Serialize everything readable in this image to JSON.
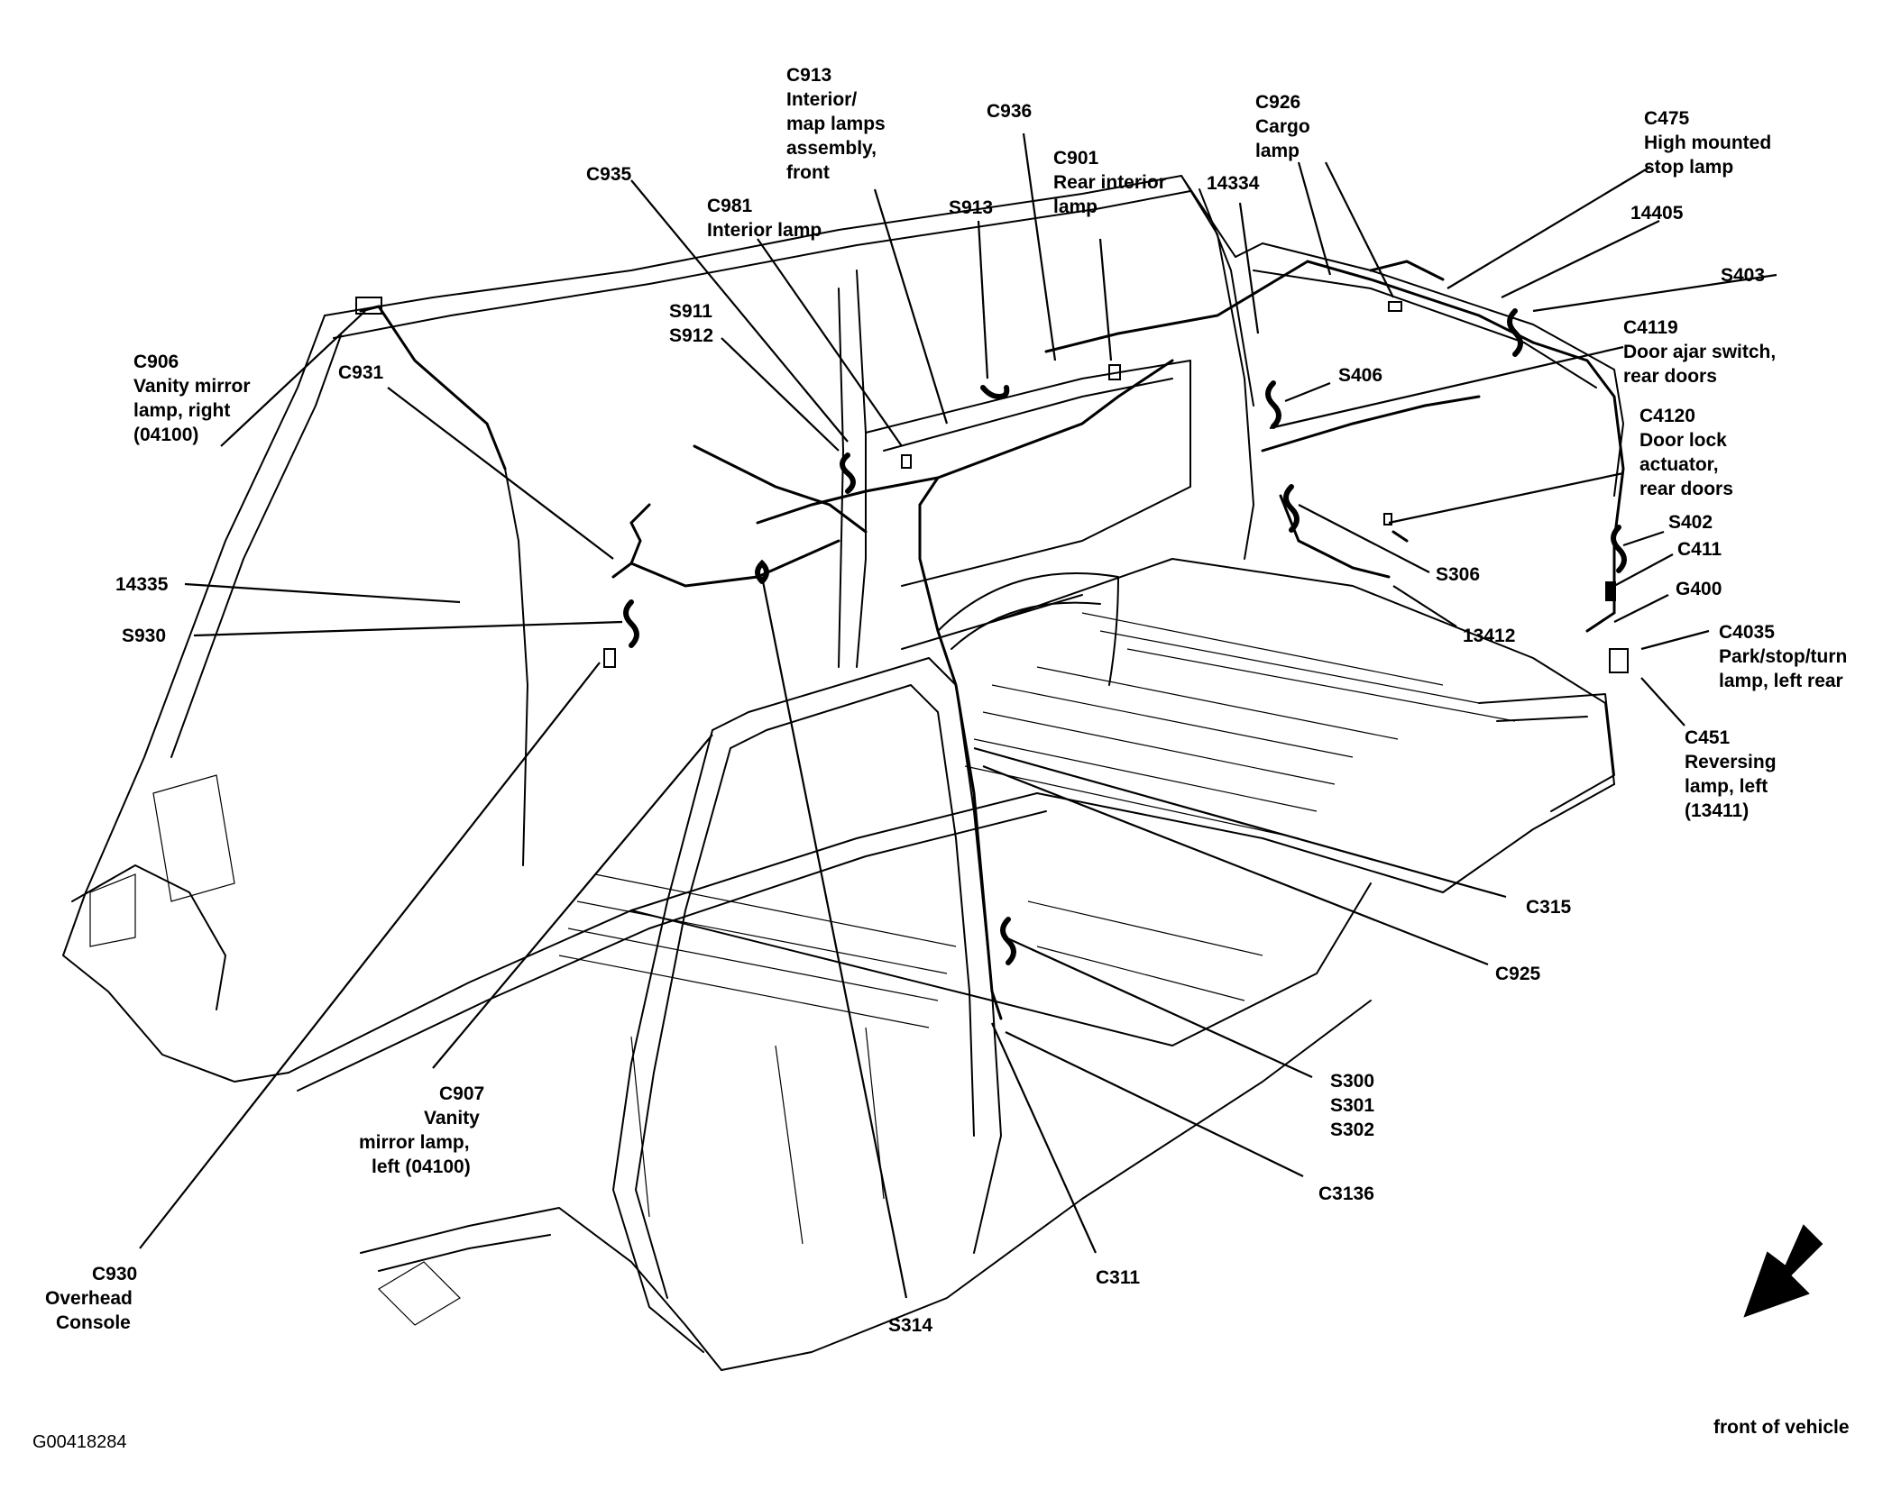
{
  "figure_id": "G00418284",
  "orientation_label": "front of vehicle",
  "callouts": [
    {
      "key": "c913",
      "lines": [
        "C913",
        "Interior/",
        "map lamps",
        "assembly,",
        "front"
      ]
    },
    {
      "key": "c936",
      "lines": [
        "C936"
      ]
    },
    {
      "key": "c926",
      "lines": [
        "C926",
        "Cargo",
        "lamp"
      ]
    },
    {
      "key": "c475",
      "lines": [
        "C475",
        "High mounted",
        "stop lamp"
      ]
    },
    {
      "key": "c935",
      "lines": [
        "C935"
      ]
    },
    {
      "key": "c901",
      "lines": [
        "C901",
        "Rear interior",
        "lamp"
      ]
    },
    {
      "key": "n14334",
      "lines": [
        "14334"
      ]
    },
    {
      "key": "c981",
      "lines": [
        "C981",
        "Interior lamp"
      ]
    },
    {
      "key": "s913",
      "lines": [
        "S913"
      ]
    },
    {
      "key": "n14405",
      "lines": [
        "14405"
      ]
    },
    {
      "key": "s403",
      "lines": [
        "S403"
      ]
    },
    {
      "key": "s911",
      "lines": [
        "S911",
        "S912"
      ]
    },
    {
      "key": "c4119",
      "lines": [
        "C4119",
        "Door ajar switch,",
        "rear doors"
      ]
    },
    {
      "key": "c906",
      "lines": [
        "C906",
        "Vanity mirror",
        "lamp, right",
        "(04100)"
      ]
    },
    {
      "key": "c931",
      "lines": [
        "C931"
      ]
    },
    {
      "key": "s406",
      "lines": [
        "S406"
      ]
    },
    {
      "key": "c4120",
      "lines": [
        "C4120",
        "Door lock",
        "actuator,",
        "rear doors"
      ]
    },
    {
      "key": "s402",
      "lines": [
        "S402"
      ]
    },
    {
      "key": "c411",
      "lines": [
        "C411"
      ]
    },
    {
      "key": "s306",
      "lines": [
        "S306"
      ]
    },
    {
      "key": "n14335",
      "lines": [
        "14335"
      ]
    },
    {
      "key": "g400",
      "lines": [
        "G400"
      ]
    },
    {
      "key": "s930",
      "lines": [
        "S930"
      ]
    },
    {
      "key": "n13412",
      "lines": [
        "13412"
      ]
    },
    {
      "key": "c4035",
      "lines": [
        "C4035",
        "Park/stop/turn",
        "lamp, left rear"
      ]
    },
    {
      "key": "c451",
      "lines": [
        "C451",
        "Reversing",
        "lamp, left",
        "(13411)"
      ]
    },
    {
      "key": "c315",
      "lines": [
        "C315"
      ]
    },
    {
      "key": "c925",
      "lines": [
        "C925"
      ]
    },
    {
      "key": "c907",
      "lines": [
        "C907",
        "Vanity",
        "mirror lamp,",
        "left (04100)"
      ]
    },
    {
      "key": "s300",
      "lines": [
        "S300",
        "S301",
        "S302"
      ]
    },
    {
      "key": "c3136",
      "lines": [
        "C3136"
      ]
    },
    {
      "key": "c930",
      "lines": [
        "C930",
        "Overhead",
        "Console"
      ]
    },
    {
      "key": "c311",
      "lines": [
        "C311"
      ]
    },
    {
      "key": "s314",
      "lines": [
        "S314"
      ]
    }
  ]
}
